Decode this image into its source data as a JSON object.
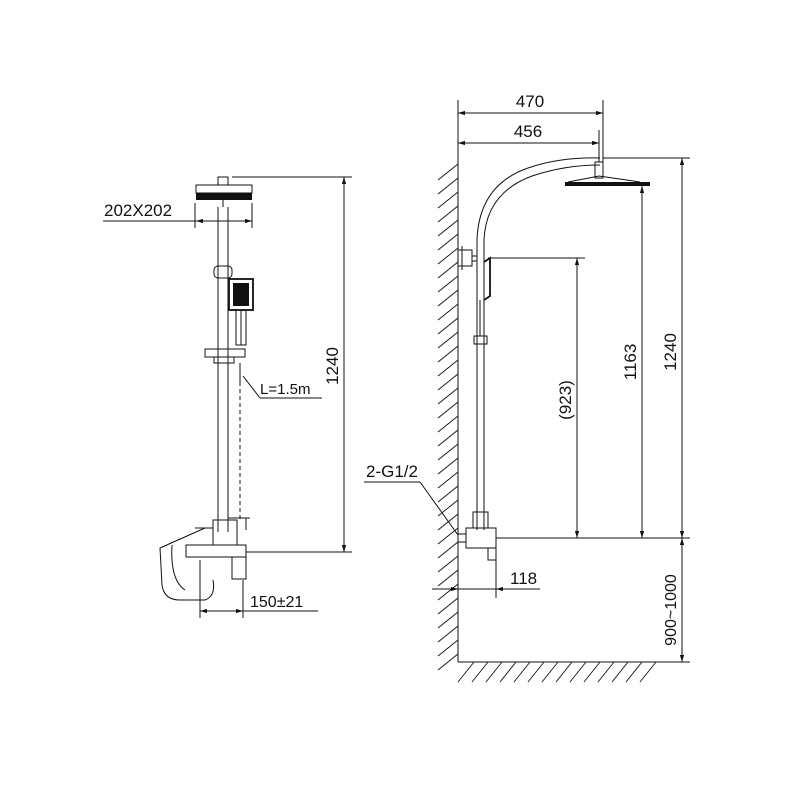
{
  "front_view": {
    "head_size_label": "202X202",
    "total_height_label": "1240",
    "hose_length_label": "L=1.5m",
    "inlet_spacing_label": "150±21"
  },
  "side_view": {
    "arm_length_outer_label": "470",
    "arm_length_inner_label": "456",
    "head_height_label": "1163",
    "total_height_label": "1240",
    "handshower_height_label": "(923)",
    "inlet_label": "2-G1/2",
    "wall_offset_label": "118",
    "mount_height_label": "900~1000"
  },
  "colors": {
    "line": "#111111",
    "background": "#ffffff"
  }
}
